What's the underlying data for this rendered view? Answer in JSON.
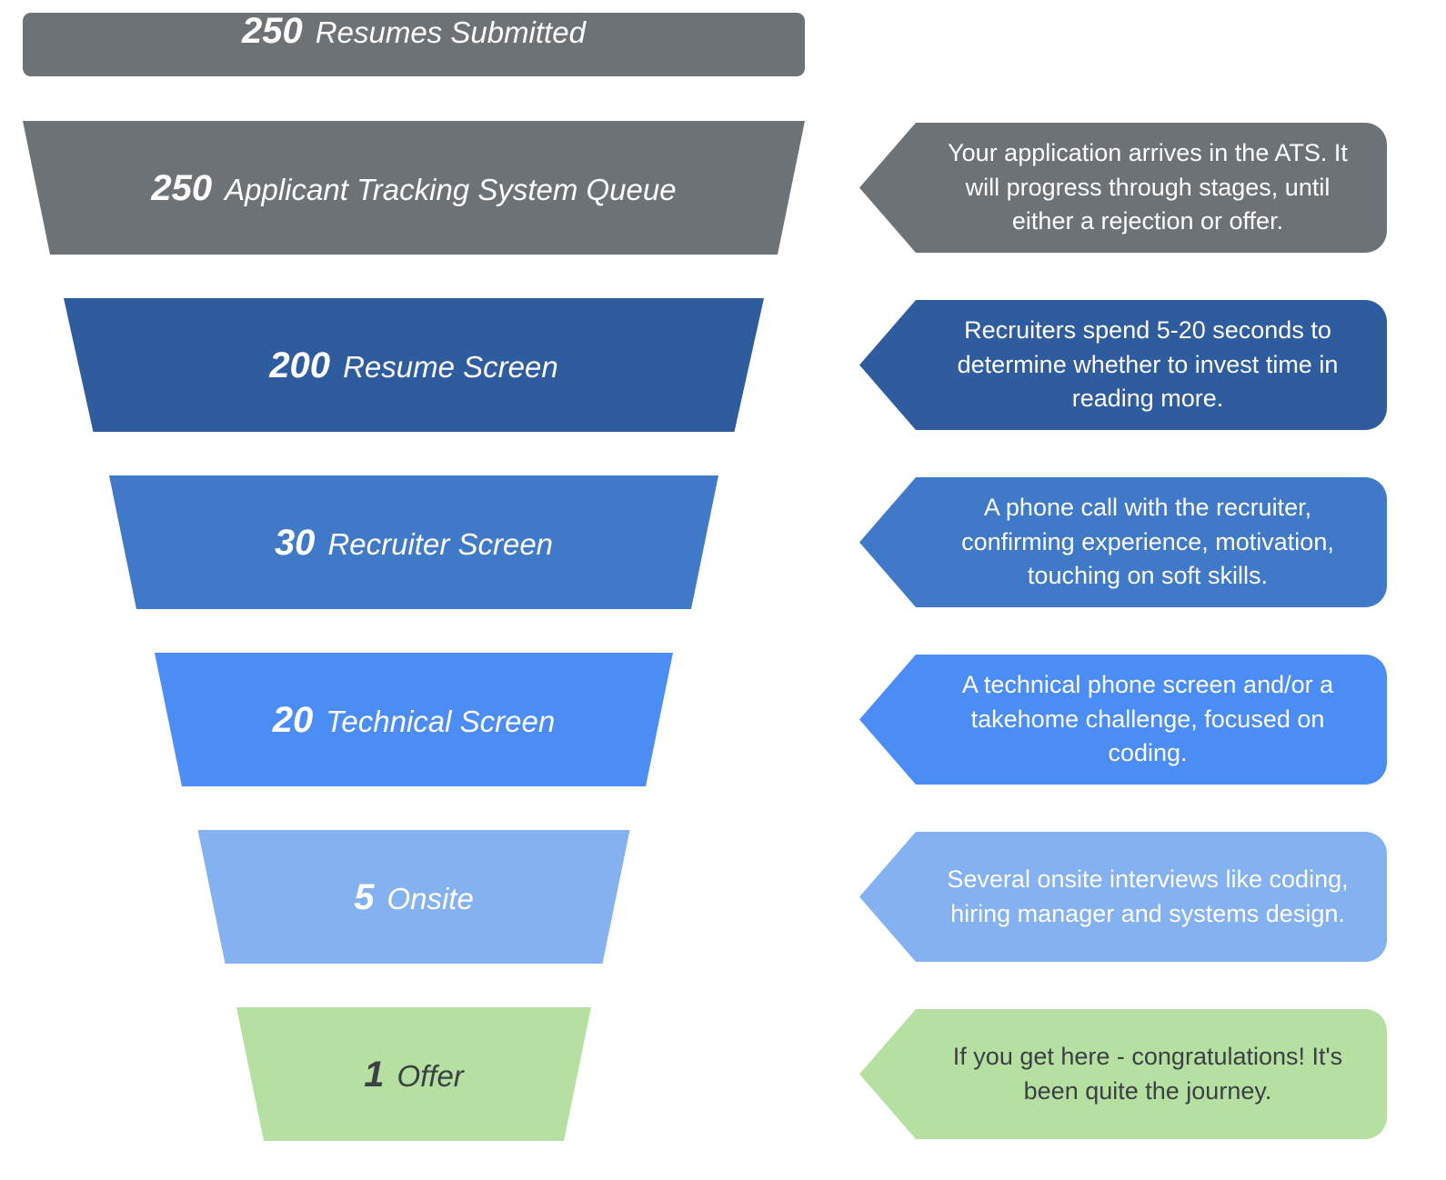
{
  "funnel": {
    "top": {
      "count": "250",
      "label": "Resumes Submitted",
      "color": "#6d7277",
      "text_color": "#ffffff"
    },
    "stages": [
      {
        "count": "250",
        "label": "Applicant Tracking System Queue",
        "color": "#6d7277",
        "text_color": "#ffffff",
        "callout": "Your application arrives in the ATS. It will progress through stages, until either a rejection or offer.",
        "top_width": 860,
        "bottom_width": 800
      },
      {
        "count": "200",
        "label": "Resume Screen",
        "color": "#2e5c9e",
        "text_color": "#ffffff",
        "callout": "Recruiters spend 5-20 seconds to determine whether to invest time in reading more.",
        "top_width": 770,
        "bottom_width": 705
      },
      {
        "count": "30",
        "label": "Recruiter Screen",
        "color": "#3f79c7",
        "text_color": "#ffffff",
        "callout": "A phone call with the recruiter, confirming experience, motivation, touching on soft skills.",
        "top_width": 670,
        "bottom_width": 610
      },
      {
        "count": "20",
        "label": "Technical Screen",
        "color": "#4b8df4",
        "text_color": "#ffffff",
        "callout": "A technical phone screen and/or a takehome challenge, focused on coding.",
        "top_width": 570,
        "bottom_width": 510
      },
      {
        "count": "5",
        "label": "Onsite",
        "color": "#84b1f0",
        "text_color": "#ffffff",
        "callout": "Several onsite interviews like coding, hiring manager and systems design.",
        "top_width": 475,
        "bottom_width": 415
      },
      {
        "count": "1",
        "label": "Offer",
        "color": "#b6e0a1",
        "text_color": "#3b4045",
        "callout": "If you get here - congratulations! It's been quite the journey.",
        "top_width": 390,
        "bottom_width": 330
      }
    ]
  }
}
